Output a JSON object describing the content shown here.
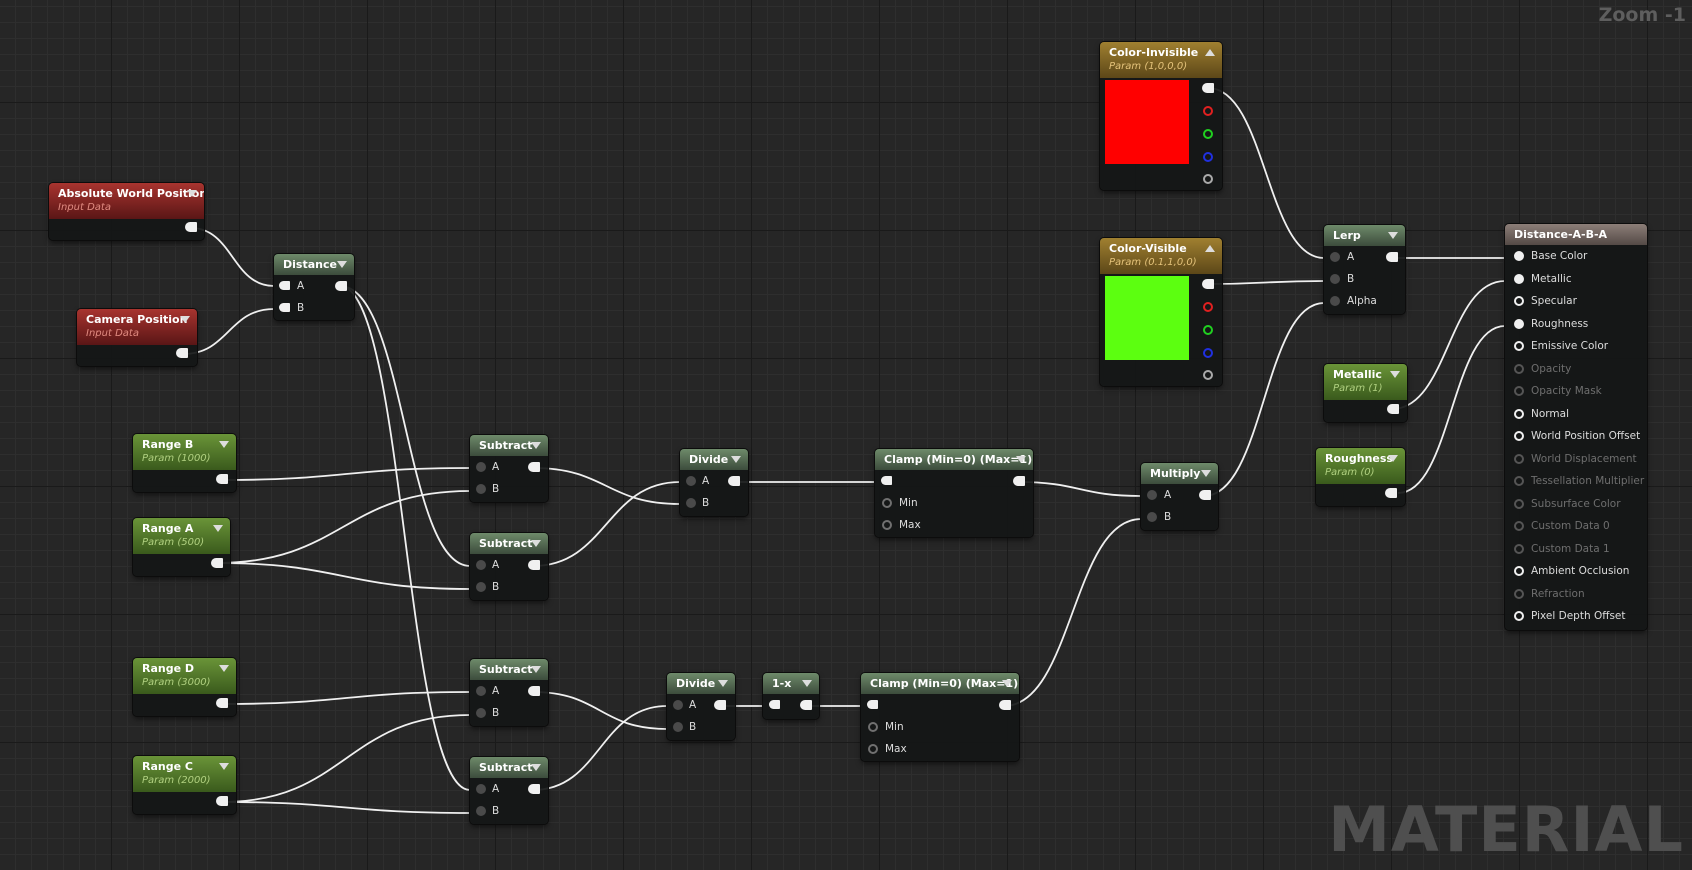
{
  "zoom_label": "Zoom -1",
  "watermark": "MATERIAL",
  "colors": {
    "red_swatch": "#ff0000",
    "green_swatch": "#5cff10",
    "wire": "#f0f0f0"
  },
  "nodes": {
    "abs_world_pos": {
      "title": "Absolute World Position",
      "subtitle": "Input Data"
    },
    "camera_pos": {
      "title": "Camera Position",
      "subtitle": "Input Data"
    },
    "distance": {
      "title": "Distance",
      "in_a": "A",
      "in_b": "B"
    },
    "range_b": {
      "title": "Range B",
      "subtitle": "Param (1000)"
    },
    "range_a": {
      "title": "Range A",
      "subtitle": "Param (500)"
    },
    "range_d": {
      "title": "Range D",
      "subtitle": "Param (3000)"
    },
    "range_c": {
      "title": "Range C",
      "subtitle": "Param (2000)"
    },
    "subtract1": {
      "title": "Subtract",
      "in_a": "A",
      "in_b": "B"
    },
    "subtract2": {
      "title": "Subtract",
      "in_a": "A",
      "in_b": "B"
    },
    "subtract3": {
      "title": "Subtract",
      "in_a": "A",
      "in_b": "B"
    },
    "subtract4": {
      "title": "Subtract",
      "in_a": "A",
      "in_b": "B"
    },
    "divide1": {
      "title": "Divide",
      "in_a": "A",
      "in_b": "B"
    },
    "divide2": {
      "title": "Divide",
      "in_a": "A",
      "in_b": "B"
    },
    "one_minus": {
      "title": "1-x"
    },
    "clamp1": {
      "title": "Clamp (Min=0) (Max=1)",
      "min": "Min",
      "max": "Max"
    },
    "clamp2": {
      "title": "Clamp (Min=0) (Max=1)",
      "min": "Min",
      "max": "Max"
    },
    "multiply": {
      "title": "Multiply",
      "in_a": "A",
      "in_b": "B"
    },
    "color_invisible": {
      "title": "Color-Invisible",
      "subtitle": "Param (1,0,0,0)"
    },
    "color_visible": {
      "title": "Color-Visible",
      "subtitle": "Param (0.1,1,0,0)"
    },
    "lerp": {
      "title": "Lerp",
      "in_a": "A",
      "in_b": "B",
      "alpha": "Alpha"
    },
    "metallic": {
      "title": "Metallic",
      "subtitle": "Param (1)"
    },
    "roughness": {
      "title": "Roughness",
      "subtitle": "Param (0)"
    },
    "result": {
      "title": "Distance-A-B-A",
      "pins": [
        {
          "label": "Base Color",
          "state": "connected"
        },
        {
          "label": "Metallic",
          "state": "connected"
        },
        {
          "label": "Specular",
          "state": "active"
        },
        {
          "label": "Roughness",
          "state": "connected"
        },
        {
          "label": "Emissive Color",
          "state": "active"
        },
        {
          "label": "Opacity",
          "state": "disabled"
        },
        {
          "label": "Opacity Mask",
          "state": "disabled"
        },
        {
          "label": "Normal",
          "state": "active"
        },
        {
          "label": "World Position Offset",
          "state": "active"
        },
        {
          "label": "World Displacement",
          "state": "disabled"
        },
        {
          "label": "Tessellation Multiplier",
          "state": "disabled"
        },
        {
          "label": "Subsurface Color",
          "state": "disabled"
        },
        {
          "label": "Custom Data 0",
          "state": "disabled"
        },
        {
          "label": "Custom Data 1",
          "state": "disabled"
        },
        {
          "label": "Ambient Occlusion",
          "state": "active"
        },
        {
          "label": "Refraction",
          "state": "disabled"
        },
        {
          "label": "Pixel Depth Offset",
          "state": "active"
        }
      ]
    }
  }
}
